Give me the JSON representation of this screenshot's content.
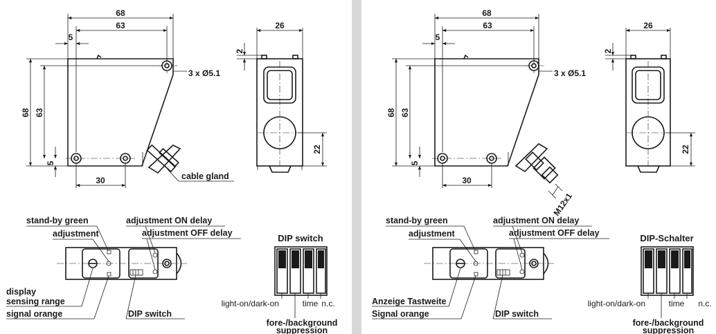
{
  "left": {
    "front_dims": {
      "w68": "68",
      "w63": "63",
      "w5": "5",
      "h68": "68",
      "h63": "63",
      "h5": "5",
      "w30": "30",
      "h22": "22"
    },
    "holes": "3 x Ø5.1",
    "side_dims": {
      "w26": "26",
      "h2": "2"
    },
    "connector": "cable gland",
    "panel": {
      "standby": "stand-by green",
      "adjustment": "adjustment",
      "on_delay": "adjustment ON delay",
      "off_delay": "adjustment OFF delay",
      "display_1": "display",
      "display_2": "sensing range",
      "signal": "signal orange",
      "dip": "DIP switch"
    },
    "dip_box": {
      "title": "DIP switch",
      "l1": "light-on/dark-on",
      "l2": "time",
      "l3": "n.c.",
      "l4a": "fore-/background",
      "l4b": "suppression"
    }
  },
  "right": {
    "front_dims": {
      "w68": "68",
      "w63": "63",
      "w5": "5",
      "h68": "68",
      "h63": "63",
      "h5": "5",
      "w30": "30",
      "h22": "22"
    },
    "holes": "3 x Ø5.1",
    "side_dims": {
      "w26": "26",
      "h2": "2"
    },
    "connector": "M12x1",
    "panel": {
      "standby": "stand-by green",
      "adjustment": "adjustment",
      "on_delay": "adjustment ON delay",
      "off_delay": "adjustment OFF delay",
      "display_1": "Anzeige Tastweite",
      "signal": "Signal orange",
      "dip": "DIP switch"
    },
    "dip_box": {
      "title": "DIP-Schalter",
      "l1": "light-on/dark-on",
      "l2": "time",
      "l3": "n.c.",
      "l4a": "fore-/background",
      "l4b": "suppression"
    }
  }
}
